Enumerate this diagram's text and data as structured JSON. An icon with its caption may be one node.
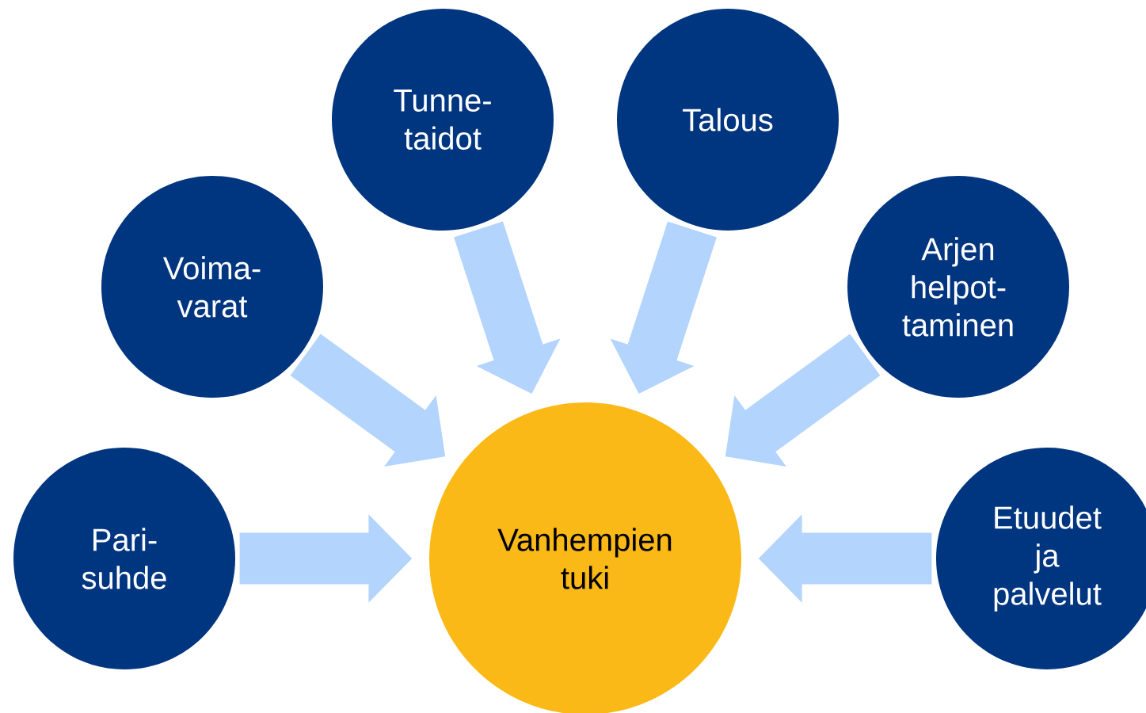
{
  "diagram": {
    "nodes": [
      {
        "text": [
          "Pari- suhde"
        ]
      },
      {
        "text": [
          "Voima- varat"
        ]
      },
      {
        "text": [
          "Tunne- taidot"
        ]
      },
      {
        "text": [
          "Talous"
        ]
      },
      {
        "text": [
          "Arjen helpot- taminen"
        ]
      },
      {
        "text": [
          "Etuudet ja palvelut"
        ]
      },
      {
        "text": [
          "Vanhempien tuki"
        ]
      }
    ],
    "edges": [
      {
        "from": 0,
        "to": 6,
        "arrow": "to"
      },
      {
        "from": 1,
        "to": 6,
        "arrow": "to"
      },
      {
        "from": 2,
        "to": 6,
        "arrow": "to"
      },
      {
        "from": 3,
        "to": 6,
        "arrow": "to"
      },
      {
        "from": 4,
        "to": 6,
        "arrow": "to"
      },
      {
        "from": 5,
        "to": 6,
        "arrow": "to"
      }
    ]
  }
}
